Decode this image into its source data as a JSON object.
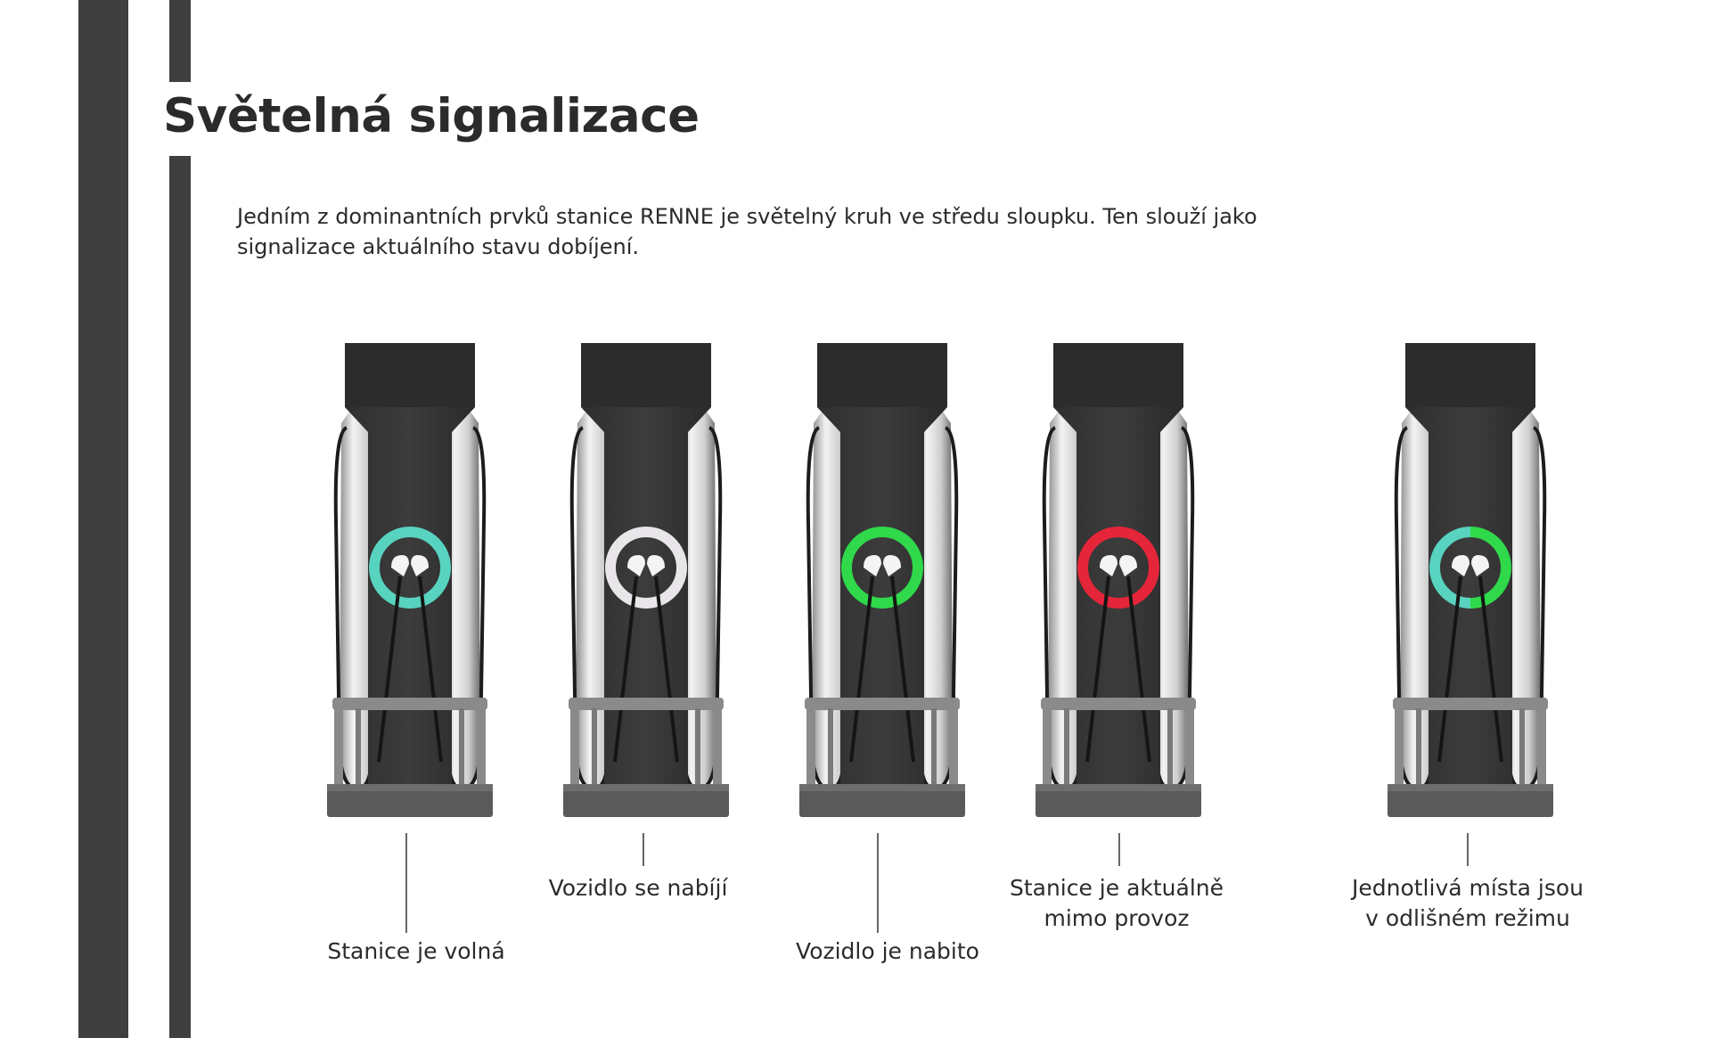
{
  "title": "Světelná signalizace",
  "intro": {
    "line1": "Jedním z dominantních prvků stanice RENNE je světelný kruh ve středu sloupku. Ten slouží jako",
    "line2": "signalizace aktuálního stavu dobíjení."
  },
  "colors": {
    "stripe": "#3f3f3f",
    "ring_teal": "#58d3c0",
    "ring_white": "#e9e6ea",
    "ring_green": "#2fd94a",
    "ring_red": "#e5253a"
  },
  "stations": [
    {
      "ring": "teal",
      "label": [
        "Stanice je volná"
      ]
    },
    {
      "ring": "white",
      "label": [
        "Vozidlo se nabíjí"
      ]
    },
    {
      "ring": "green",
      "label": [
        "Vozidlo je nabito"
      ]
    },
    {
      "ring": "red",
      "label": [
        "Stanice je aktuálně",
        "mimo provoz"
      ]
    },
    {
      "ring": "teal-green",
      "label": [
        "Jednotlivá místa jsou",
        "v odlišném režimu"
      ]
    }
  ]
}
